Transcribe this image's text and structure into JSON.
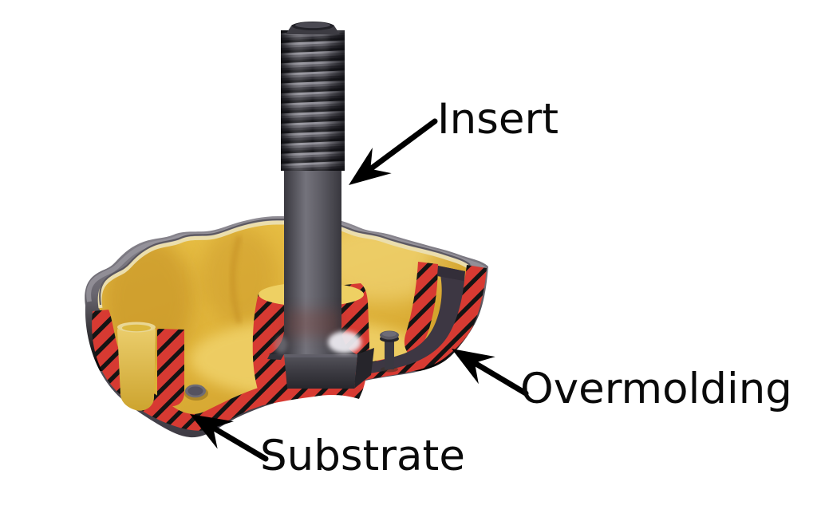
{
  "figure": {
    "kind": "cutaway-technical-illustration",
    "subject": "Threaded insert overmolded into a substrate (cross-section view)",
    "background_color": "#ffffff"
  },
  "labels": {
    "insert": {
      "text": "Insert"
    },
    "overmolding": {
      "text": "Overmolding"
    },
    "substrate": {
      "text": "Substrate"
    }
  },
  "colors": {
    "section_hatch_red": "#d73a32",
    "hatch_stripe_black": "#141414",
    "substrate_yellow": "#e3b83e",
    "substrate_rim_cream": "#ebdead",
    "overmold_gray": "#6a6770",
    "overmold_dark_channel": "#3d3743",
    "insert_metal_dark": "#46454c",
    "label_text": "#000000",
    "arrow": "#000000"
  }
}
